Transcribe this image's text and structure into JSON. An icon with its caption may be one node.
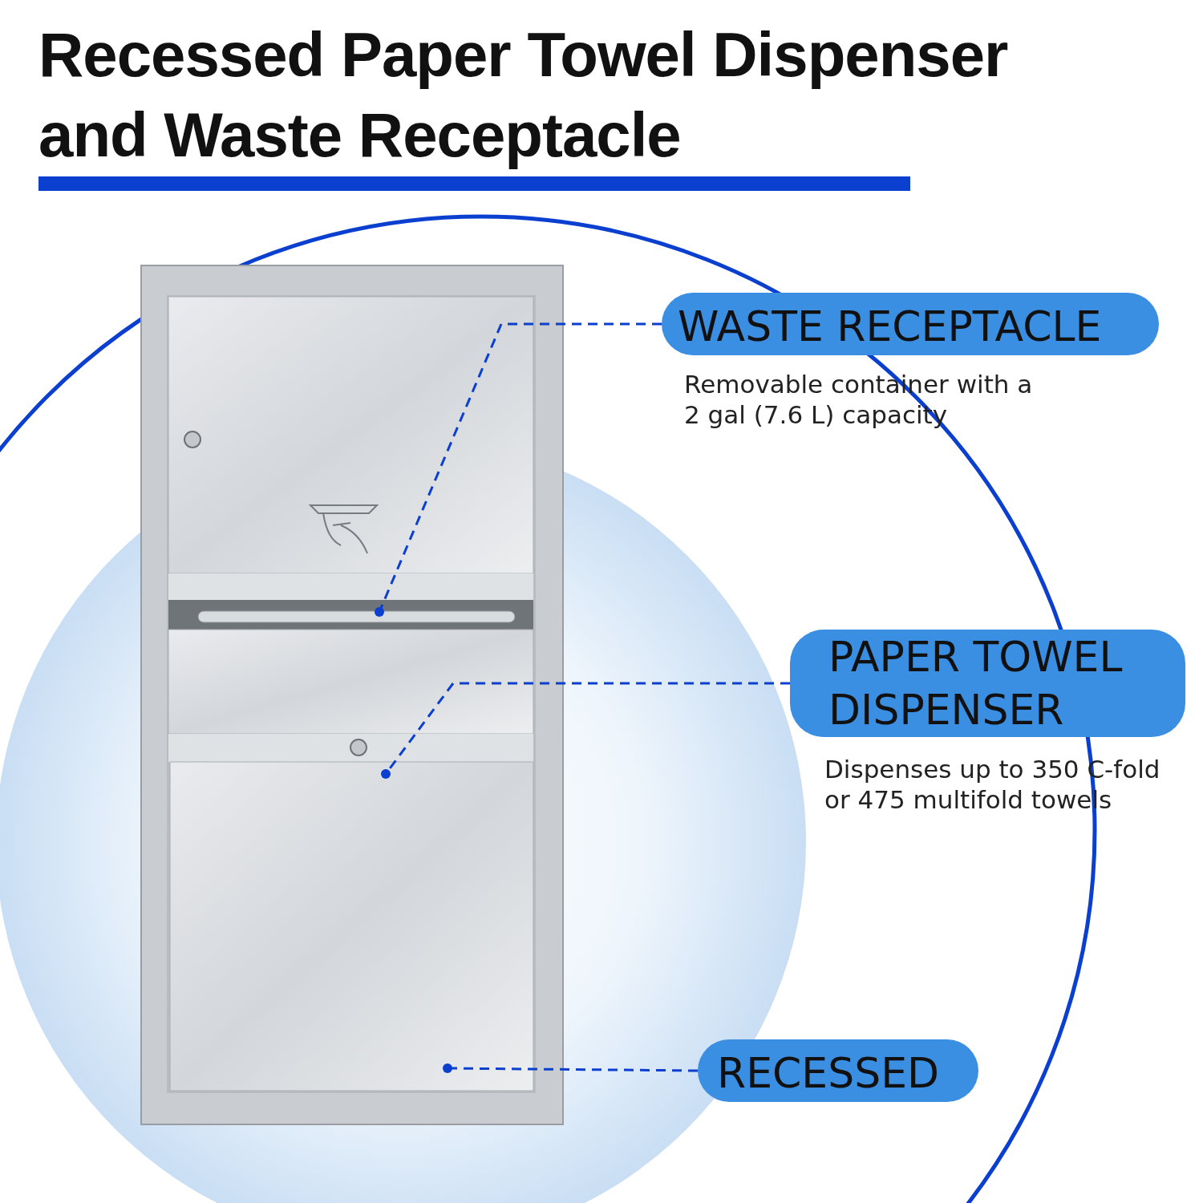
{
  "diagram": {
    "title": "Recessed Paper Towel Dispenser and Waste Receptacle",
    "nodes": [
      {
        "text": [],
        "shape": "picture"
      },
      {
        "text": [
          "WASTE RECEPTACLE"
        ],
        "beside": [
          "Removable container with a 2 gal (7.6 L) capacity"
        ]
      },
      {
        "text": [
          "PAPER TOWEL DISPENSER"
        ],
        "beside": [
          "Dispenses up to 350 C-fold or 475 multifold towels"
        ]
      },
      {
        "text": [
          "RECESSED"
        ]
      }
    ],
    "edges": [
      {
        "from": 1,
        "to": 0,
        "arrow": "other",
        "style": "dashed"
      },
      {
        "from": 2,
        "to": 0,
        "arrow": "other",
        "style": "dashed"
      },
      {
        "from": 3,
        "to": 0,
        "arrow": "other",
        "style": "dashed"
      }
    ]
  }
}
